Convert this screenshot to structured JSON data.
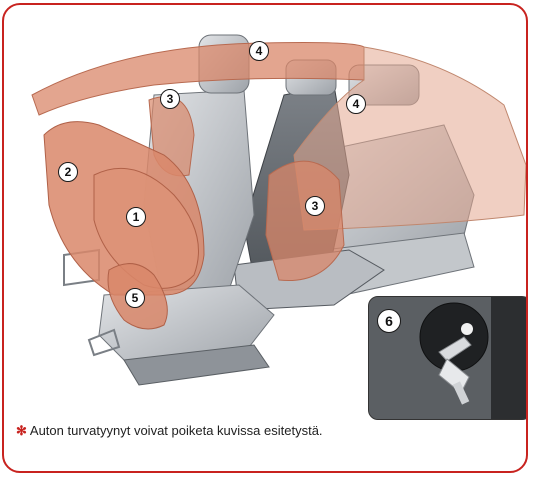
{
  "callouts": {
    "c1": "1",
    "c2": "2",
    "c3a": "3",
    "c3b": "3",
    "c4a": "4",
    "c4b": "4",
    "c5": "5",
    "c6": "6"
  },
  "note": {
    "symbol": "✻",
    "text": "Auton turvatyynyt voivat poiketa kuvissa esitetystä."
  },
  "colors": {
    "border": "#c8231f",
    "airbag": "#d9876a",
    "seat": "#c9ccd0",
    "background": "#ffffff"
  }
}
